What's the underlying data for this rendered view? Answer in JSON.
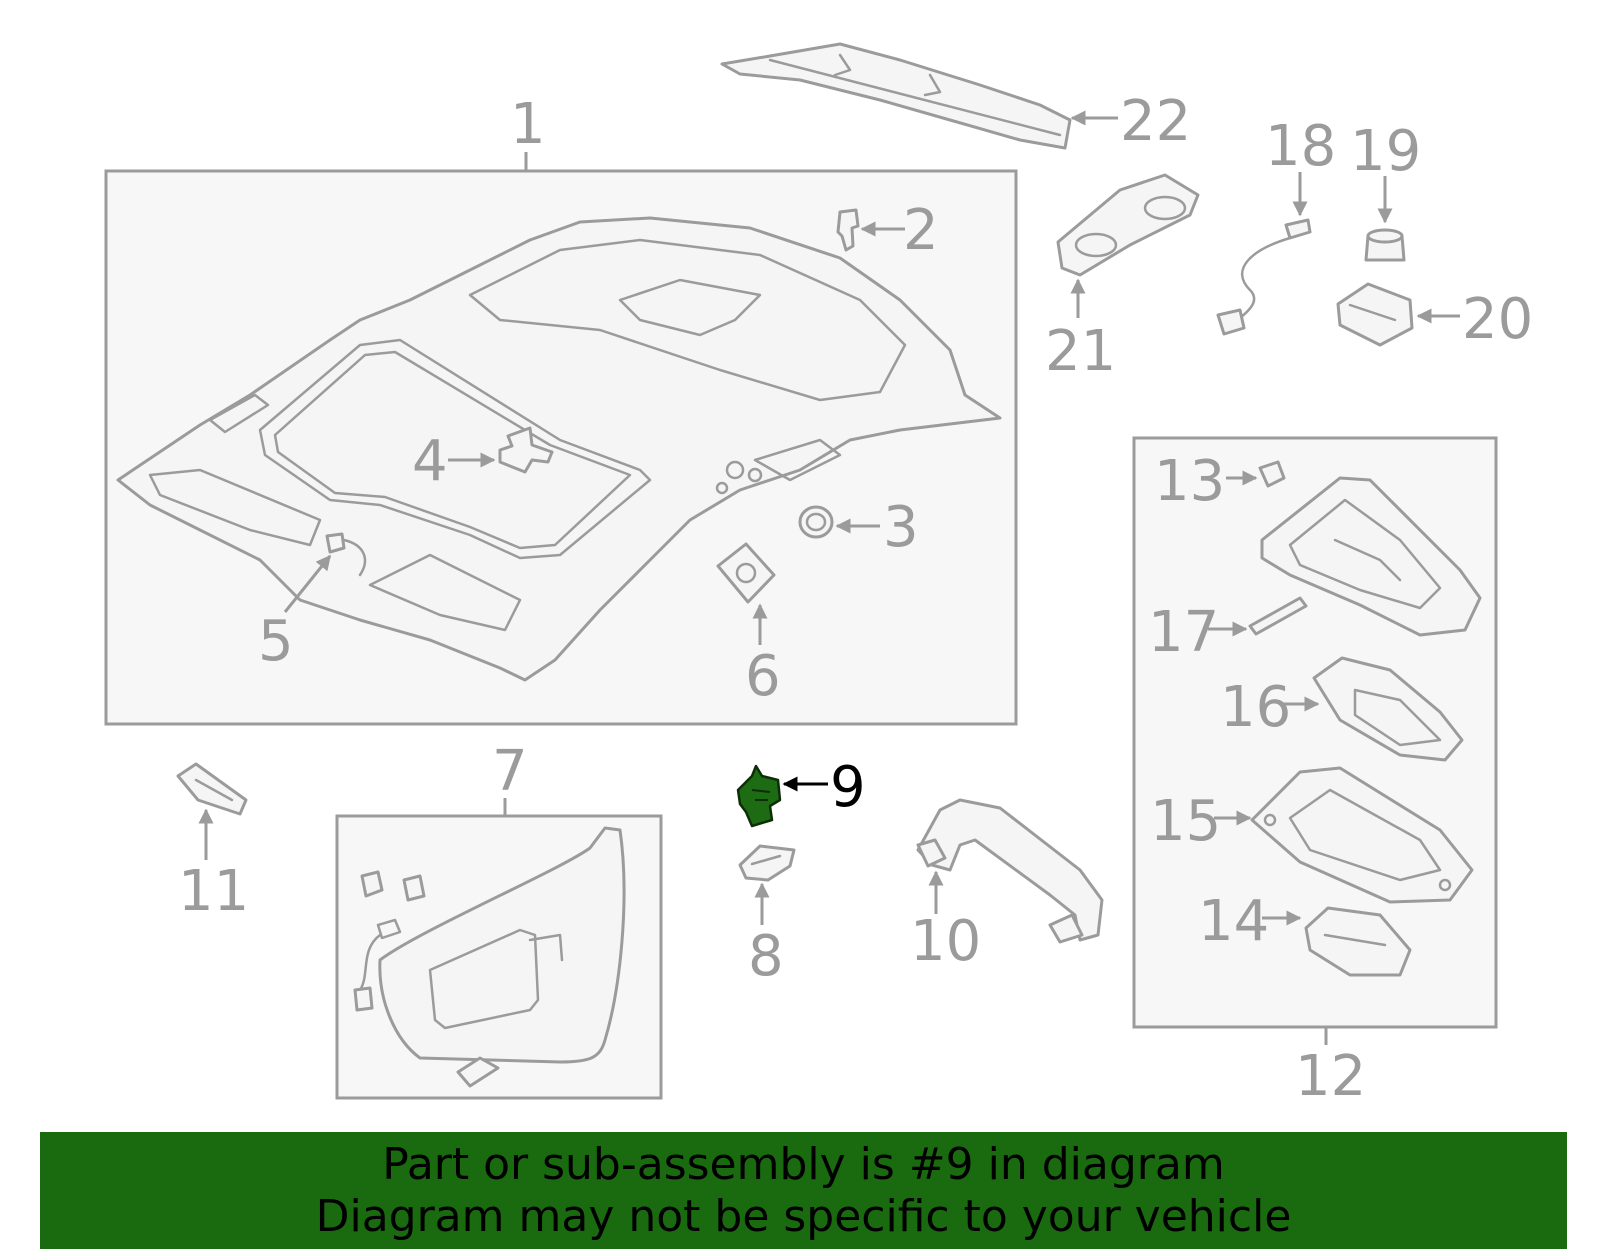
{
  "colors": {
    "line": "#9b9b9b",
    "highlight_part": "#1d6b12",
    "banner_background": "#1a6a10",
    "banner_text": "#000000",
    "box_fill": "#f7f7f7"
  },
  "callouts": {
    "c1": "1",
    "c2": "2",
    "c3": "3",
    "c4": "4",
    "c5": "5",
    "c6": "6",
    "c7": "7",
    "c8": "8",
    "c9": "9",
    "c10": "10",
    "c11": "11",
    "c12": "12",
    "c13": "13",
    "c14": "14",
    "c15": "15",
    "c16": "16",
    "c17": "17",
    "c18": "18",
    "c19": "19",
    "c20": "20",
    "c21": "21",
    "c22": "22"
  },
  "highlighted_callout": "9",
  "banner": {
    "line1": "Part or sub-assembly is #9 in diagram",
    "line2": "Diagram may not be specific to your vehicle"
  }
}
